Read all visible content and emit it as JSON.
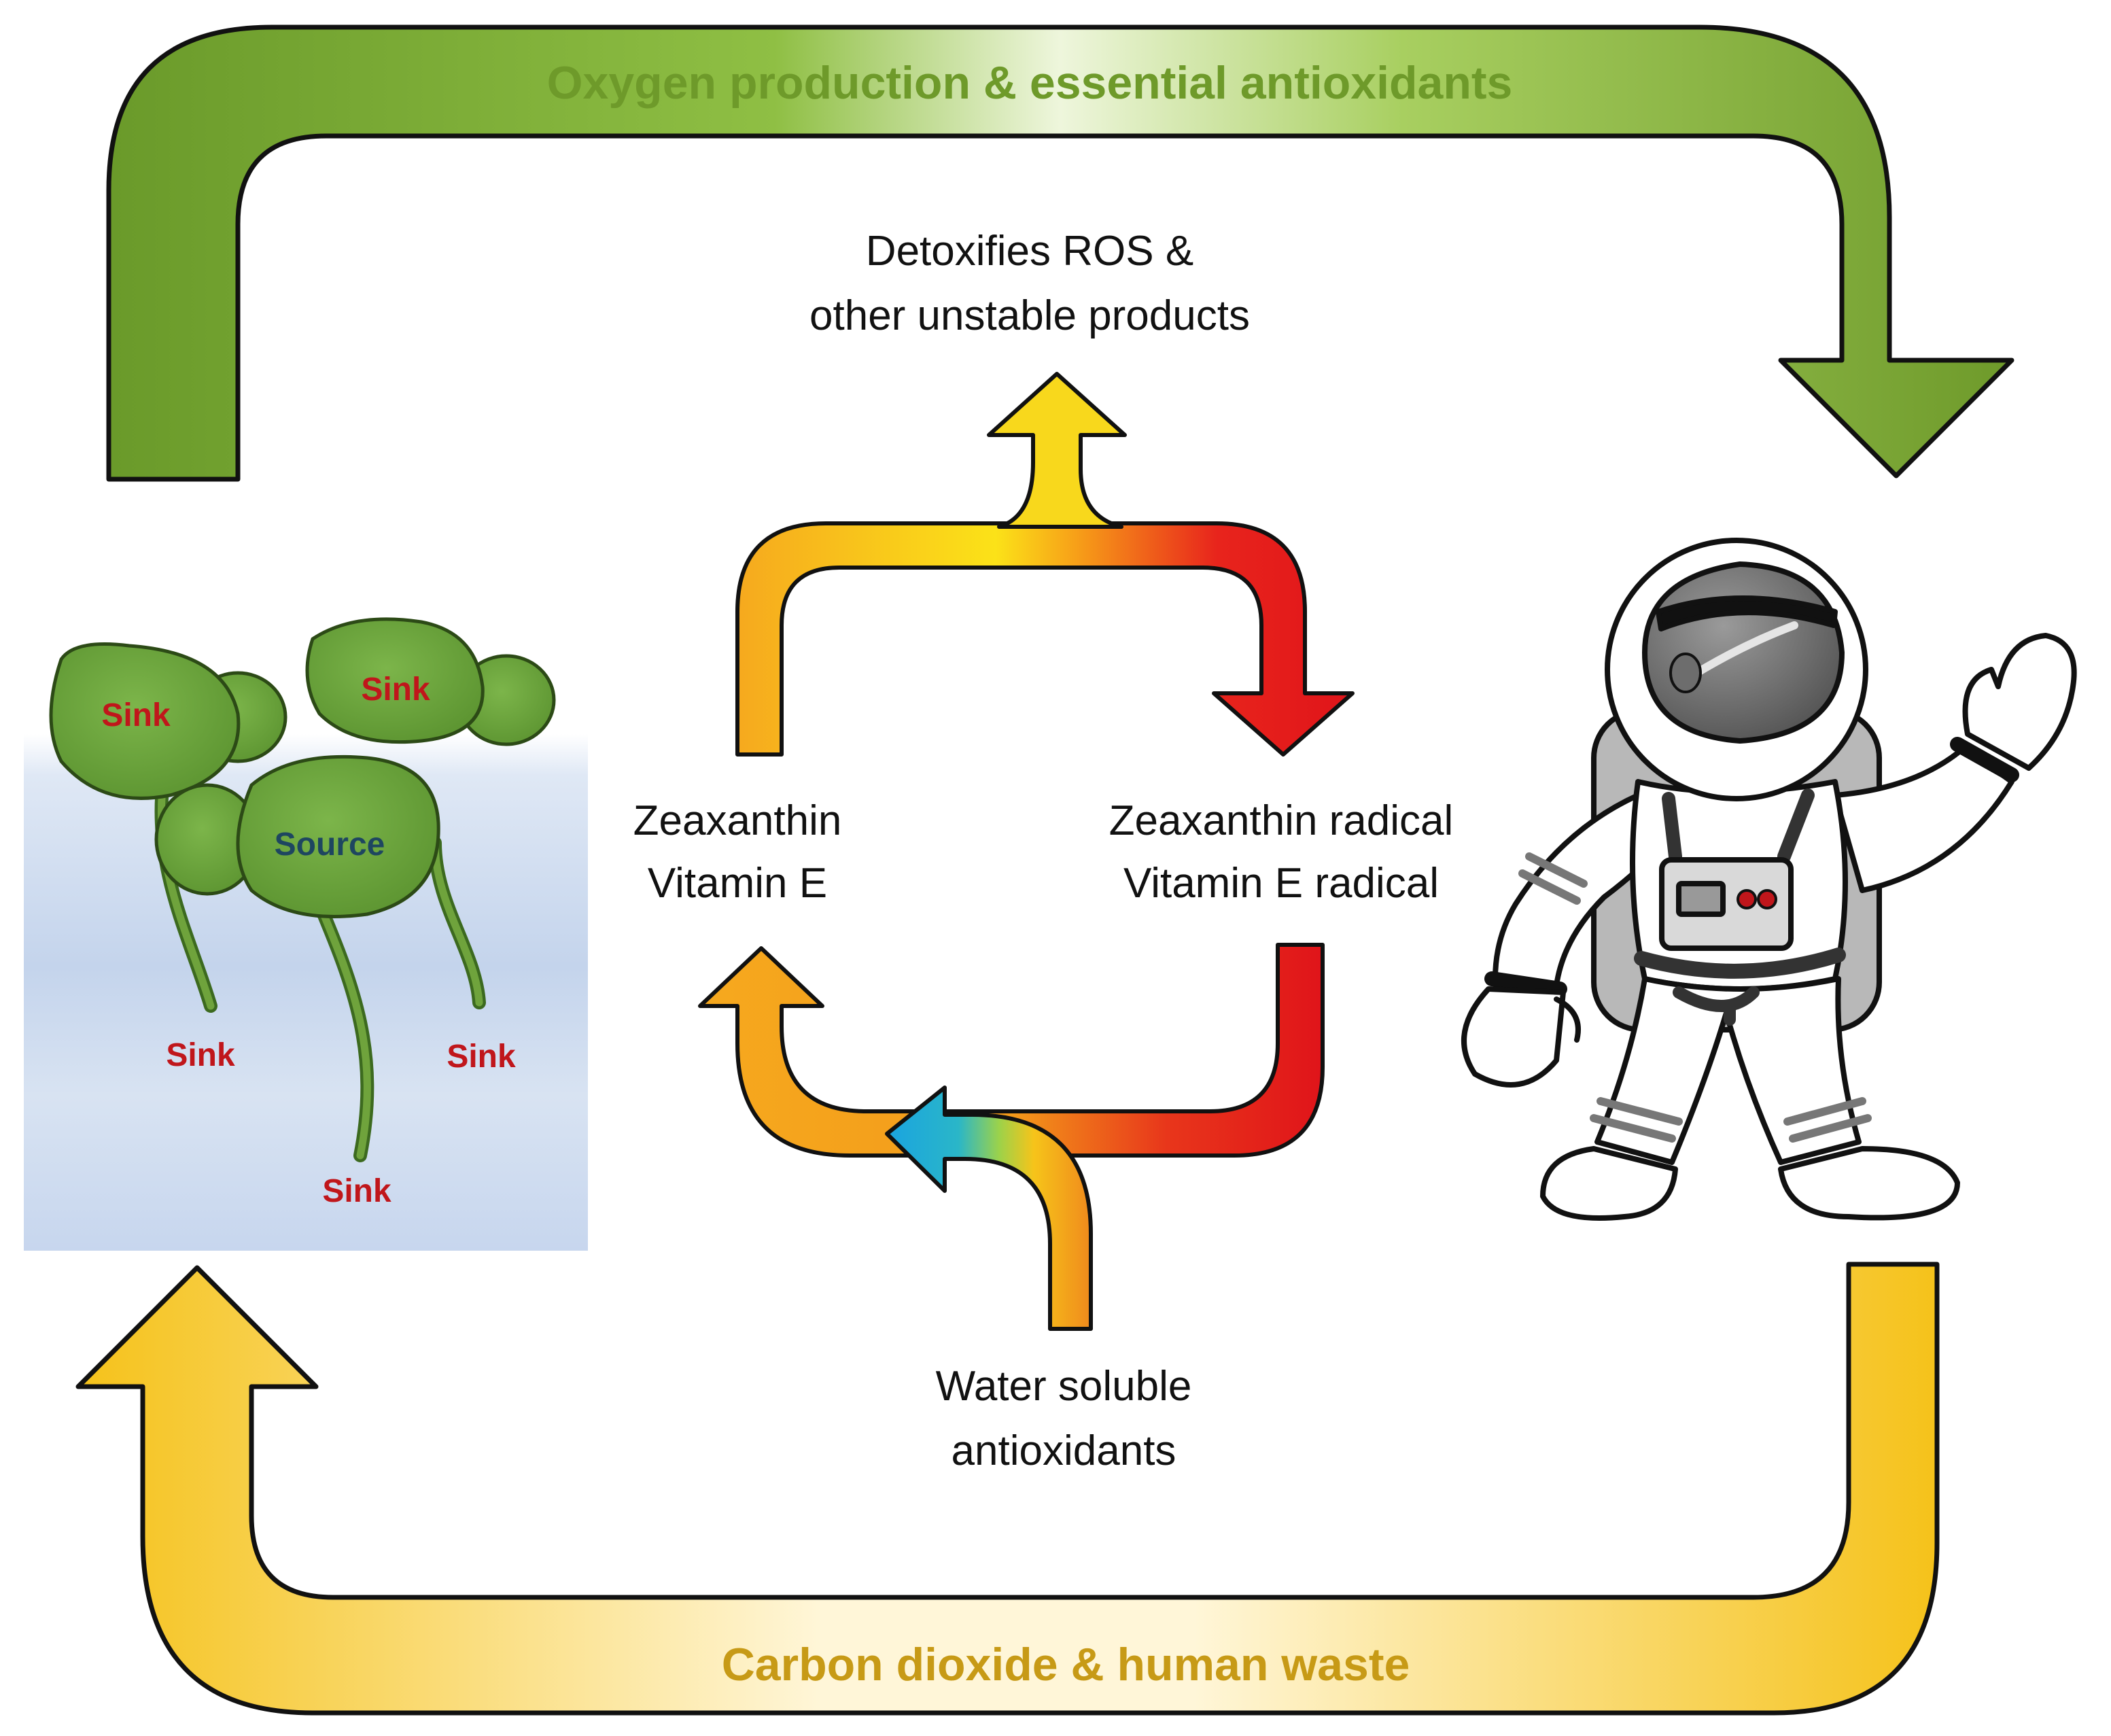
{
  "labels": {
    "top_arrow": "Oxygen production & essential antioxidants",
    "bottom_arrow": "Carbon dioxide & human waste",
    "detox_line1": "Detoxifies ROS &",
    "detox_line2": "other unstable products",
    "zea_line1": "Zeaxanthin",
    "zea_line2": "Vitamin E",
    "rad_line1": "Zeaxanthin radical",
    "rad_line2": "Vitamin E radical",
    "water_line1": "Water soluble",
    "water_line2": "antioxidants"
  },
  "plant": {
    "source": "Source",
    "sink1": "Sink",
    "sink2": "Sink",
    "sink3": "Sink",
    "sink4": "Sink",
    "sink5": "Sink"
  },
  "colors": {
    "top_arrow_green": "#6e9a2a",
    "bottom_arrow_yellow": "#f5c21a",
    "top_text": "#6e9a2a",
    "bottom_text": "#c79a16",
    "sink_text": "#c0161b",
    "source_text": "#1e4660",
    "leaf_green": "#6aa13c",
    "water_blue": "#c9d8ee"
  },
  "icons": {
    "plant": "duckweed-plant-icon",
    "astronaut": "astronaut-icon"
  }
}
